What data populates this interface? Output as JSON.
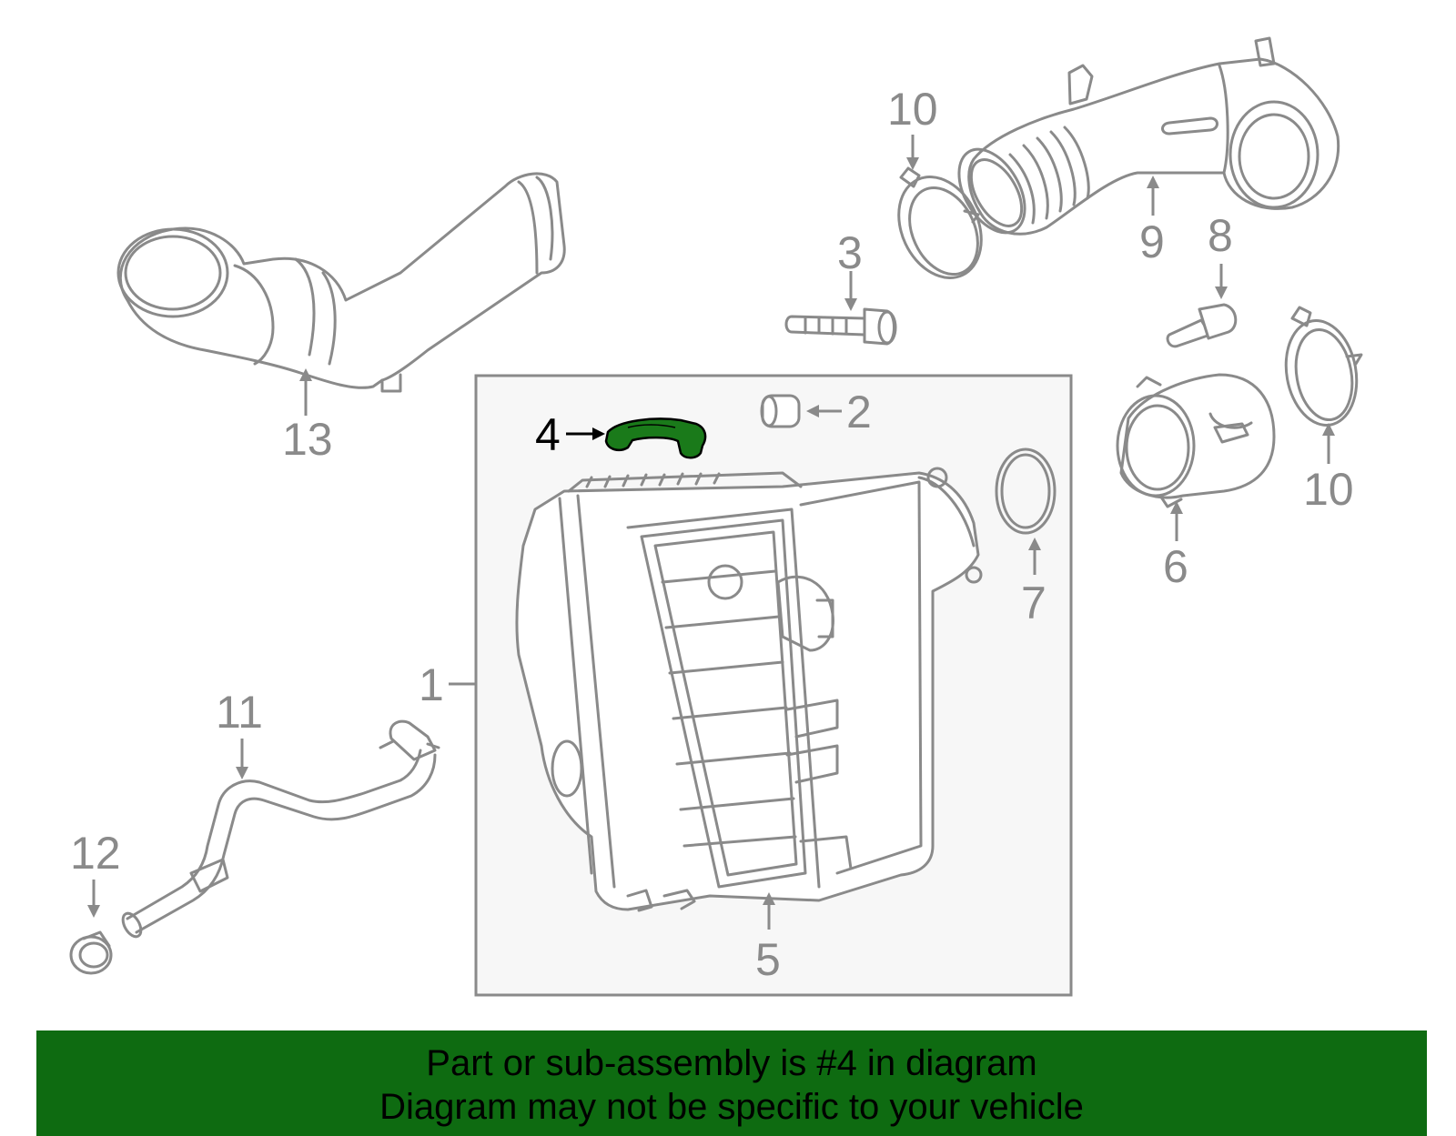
{
  "callouts": {
    "c1": "1",
    "c2": "2",
    "c3": "3",
    "c4": "4",
    "c5": "5",
    "c6": "6",
    "c7": "7",
    "c8": "8",
    "c9": "9",
    "c10a": "10",
    "c10b": "10",
    "c11": "11",
    "c12": "12",
    "c13": "13"
  },
  "highlighted_part": "4",
  "colors": {
    "highlight_part": "#1a7a1a",
    "banner_background": "#0e6b11",
    "line_art": "#8a8a8a",
    "assembly_box_fill": "#f7f7f7"
  },
  "banner": {
    "line1": "Part or sub-assembly is #4 in diagram",
    "line2": "Diagram may not be specific to your vehicle"
  }
}
